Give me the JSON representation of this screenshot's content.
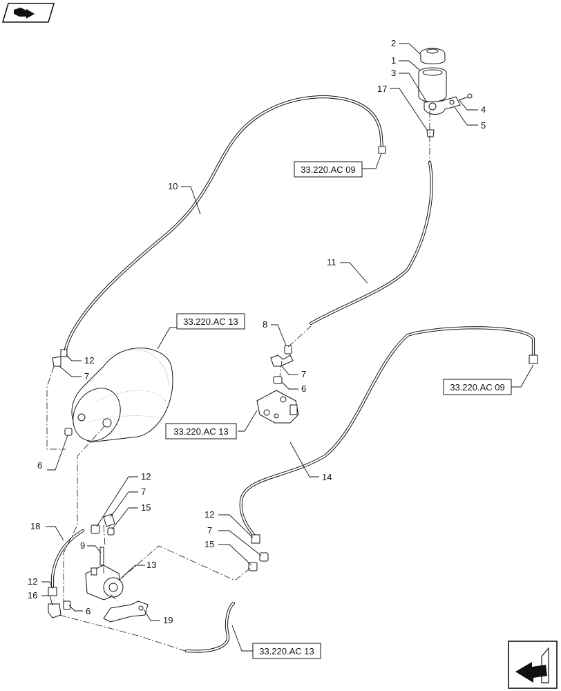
{
  "callouts": {
    "n1": "1",
    "n2": "2",
    "n3": "3",
    "n4": "4",
    "n5": "5",
    "n17": "17",
    "n10": "10",
    "n11": "11",
    "n8": "8",
    "n7a": "7",
    "n6a": "6",
    "n12a": "12",
    "n7b": "7",
    "n6b": "6",
    "n14": "14",
    "n12b": "12",
    "n7c": "7",
    "n15a": "15",
    "n18": "18",
    "n9": "9",
    "n13": "13",
    "n12c": "12",
    "n16": "16",
    "n6c": "6",
    "n19": "19",
    "n12d": "12",
    "n7d": "7",
    "n15b": "15"
  },
  "references": {
    "ref_top": "33.220.AC 09",
    "ref_tank": "33.220.AC 13",
    "ref_valve": "33.220.AC 13",
    "ref_right": "33.220.AC 09",
    "ref_bottom": "33.220.AC 13"
  },
  "icons": {
    "top_left": "book-navigation-icon",
    "bottom_right": "exit-arrow-icon"
  }
}
